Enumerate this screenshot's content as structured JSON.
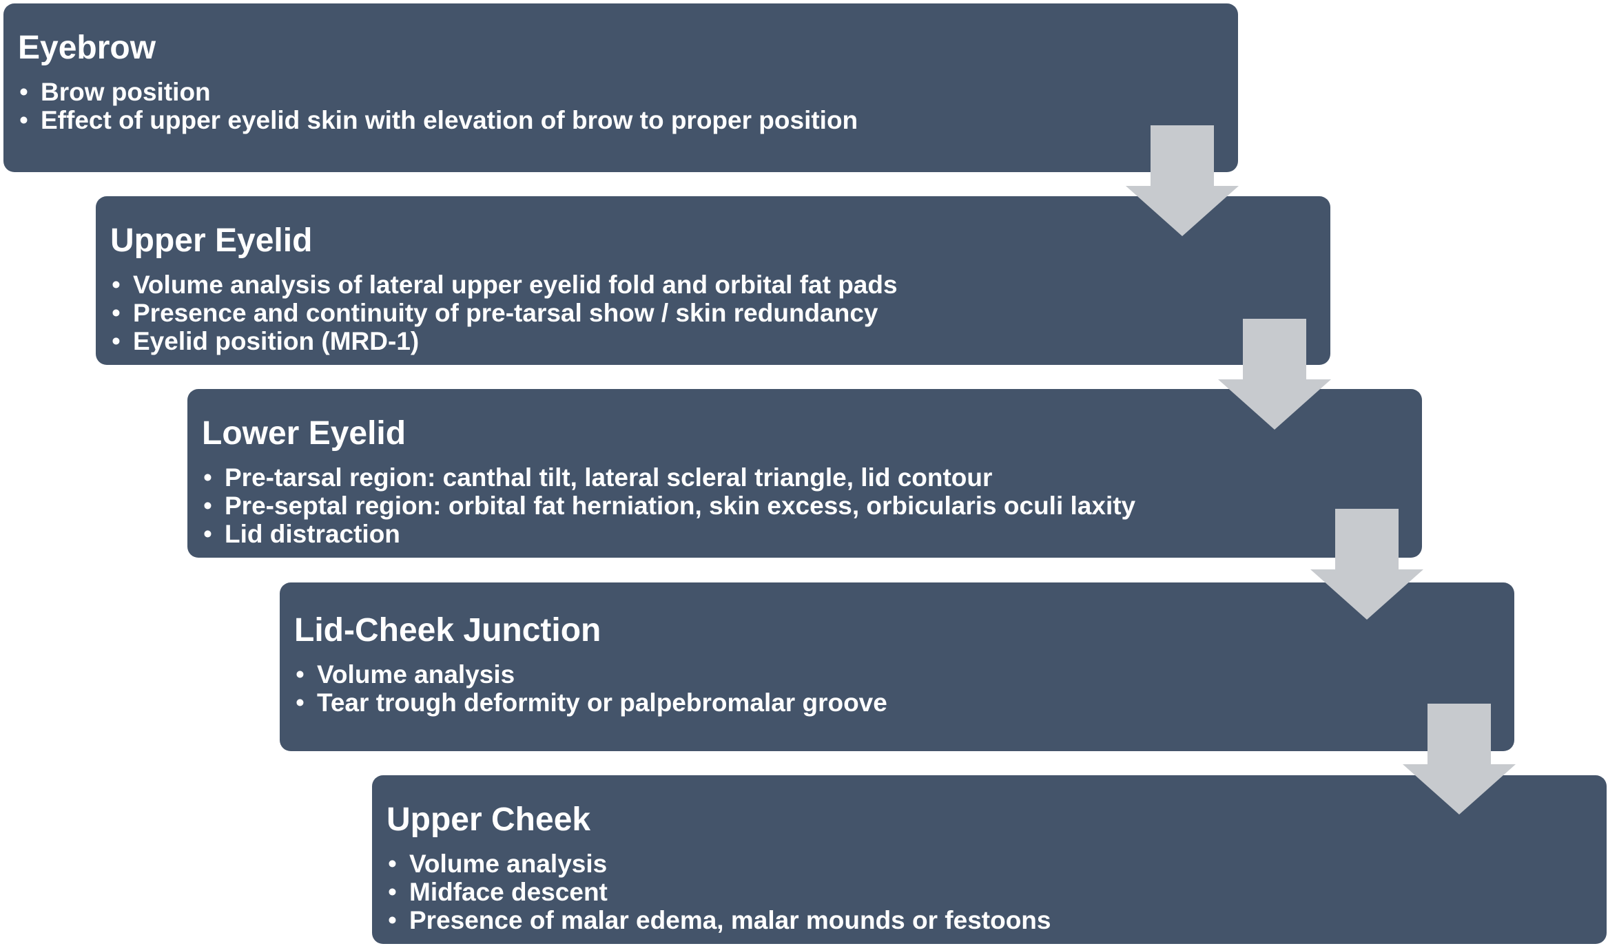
{
  "steps": [
    {
      "title": "Eyebrow",
      "items": [
        "Brow position",
        "Effect of upper eyelid skin with elevation of brow to proper position"
      ]
    },
    {
      "title": "Upper Eyelid",
      "items": [
        "Volume analysis of lateral upper eyelid fold and orbital fat pads",
        "Presence and continuity of pre-tarsal show / skin redundancy",
        "Eyelid position (MRD-1)"
      ]
    },
    {
      "title": "Lower Eyelid",
      "items": [
        "Pre-tarsal region: canthal tilt, lateral scleral triangle, lid contour",
        "Pre-septal region: orbital fat herniation, skin excess, orbicularis oculi laxity",
        "Lid distraction"
      ]
    },
    {
      "title": "Lid-Cheek Junction",
      "items": [
        "Volume analysis",
        "Tear trough deformity or palpebromalar groove"
      ]
    },
    {
      "title": "Upper Cheek",
      "items": [
        "Volume analysis",
        "Midface descent",
        "Presence of malar edema, malar mounds or festoons"
      ]
    }
  ],
  "colors": {
    "box_fill": "#44546a",
    "text": "#ffffff",
    "arrow_fill": "#c7cace"
  },
  "connectors": {
    "shape": "down-arrow",
    "count": 4
  }
}
